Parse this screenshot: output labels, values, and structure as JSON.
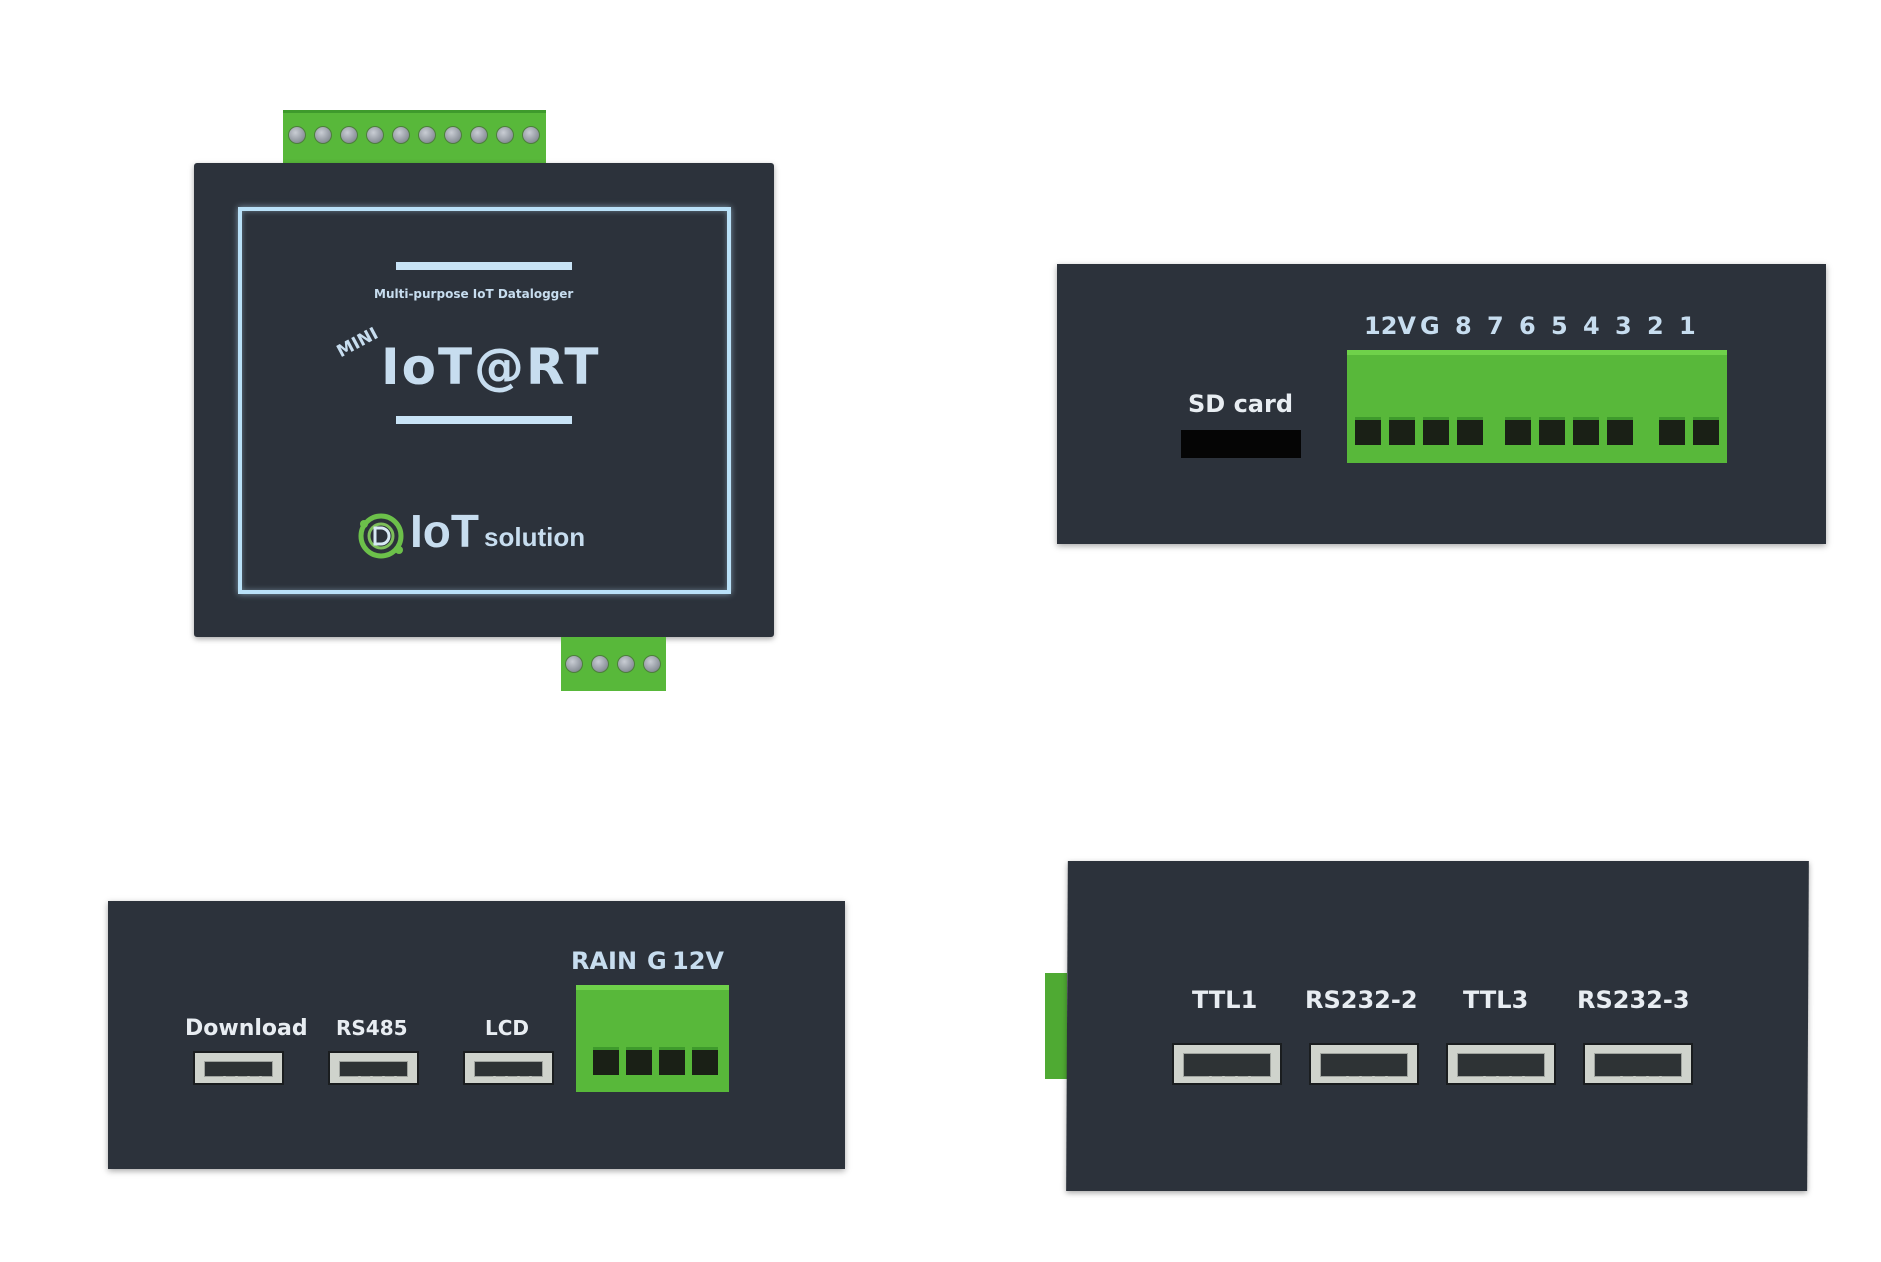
{
  "top_view": {
    "subtitle": "Multi-purpose IoT Datalogger",
    "logo_mini": "MINI",
    "logo_main": "IoT@RT",
    "brand_iot": "IoT",
    "brand_solution": "solution"
  },
  "terminal_side": {
    "sd_label": "SD card",
    "pin_labels": [
      "12V",
      "G",
      "8",
      "7",
      "6",
      "5",
      "4",
      "3",
      "2",
      "1"
    ]
  },
  "front_side": {
    "ports": [
      "Download",
      "RS485",
      "LCD"
    ],
    "terminal_labels": [
      "RAIN",
      "G",
      "12V"
    ]
  },
  "rear_side": {
    "ports": [
      "TTL1",
      "RS232-2",
      "TTL3",
      "RS232-3"
    ]
  },
  "colors": {
    "housing": "#2c323b",
    "terminal_green": "#58b83a",
    "frame_glow": "#b9e1f8"
  }
}
